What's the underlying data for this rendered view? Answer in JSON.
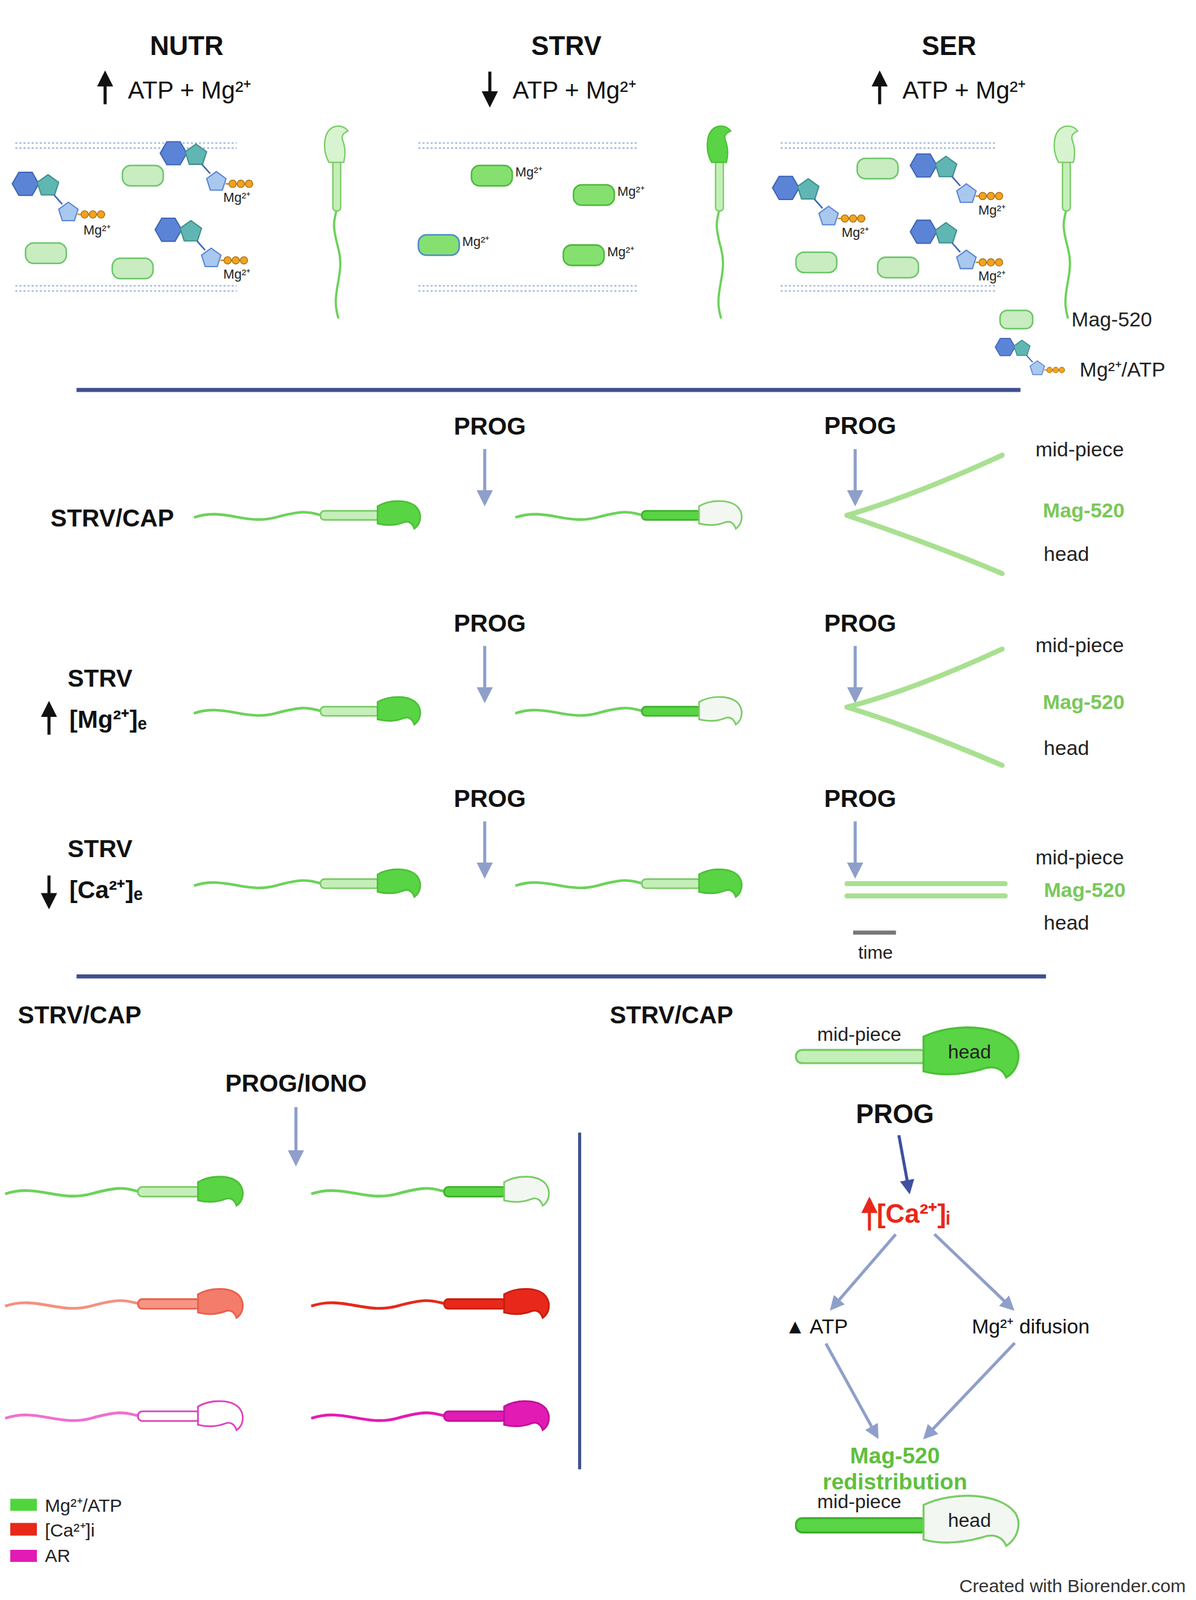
{
  "diagram": {
    "nodes": [
      {
        "text": [
          "PROG"
        ]
      },
      {
        "text": [
          "[Ca²⁺]ᵢ"
        ]
      },
      {
        "text": [
          "▲ ATP"
        ]
      },
      {
        "text": [
          "Mg²⁺ difusion"
        ]
      },
      {
        "text": [
          "Mag-520 redistribution"
        ]
      }
    ],
    "edges": [
      {
        "from": 0,
        "to": 1,
        "arrow": "to"
      },
      {
        "from": 1,
        "to": 2,
        "arrow": "to"
      },
      {
        "from": 1,
        "to": 3,
        "arrow": "to"
      },
      {
        "from": 2,
        "to": 4,
        "arrow": "to"
      },
      {
        "from": 3,
        "to": 4,
        "arrow": "to"
      }
    ],
    "labels": [
      "NUTR",
      "STRV",
      "SER",
      "ATP + Mg²⁺",
      "ATP + Mg²⁺",
      "ATP + Mg²⁺",
      "Mg²⁺",
      "Mg²⁺",
      "Mg²⁺",
      "Mg²⁺",
      "Mg²⁺",
      "Mg²⁺",
      "Mg²⁺",
      "Mg²⁺",
      "Mg²⁺",
      "Mg²⁺",
      "Mag-520",
      "Mg²⁺/ATP",
      "STRV/CAP",
      "PROG",
      "PROG",
      "mid-piece",
      "Mag-520",
      "head",
      "STRV",
      "[Mg²⁺]ₑ",
      "PROG",
      "PROG",
      "mid-piece",
      "Mag-520",
      "head",
      "STRV",
      "[Ca²⁺]ₑ",
      "PROG",
      "PROG",
      "mid-piece",
      "Mag-520",
      "head",
      "time",
      "STRV/CAP",
      "STRV/CAP",
      "PROG/IONO",
      "mid-piece",
      "head",
      "mid-piece",
      "head",
      "Created with Biorender.com"
    ],
    "legend": [
      {
        "text": "Mg²⁺/ATP",
        "color": "#4fd63c"
      },
      {
        "text": "[Ca²⁺]i",
        "color": "#e8281a"
      },
      {
        "text": "AR",
        "color": "#e21bb4"
      }
    ]
  }
}
